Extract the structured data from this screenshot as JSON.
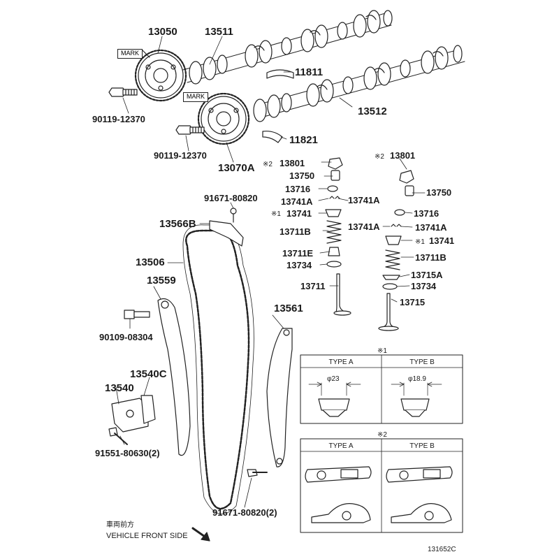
{
  "labels": {
    "p13050": "13050",
    "p13511": "13511",
    "p11811": "11811",
    "p13512": "13512",
    "p90119a": "90119-12370",
    "p90119b": "90119-12370",
    "p13070A": "13070A",
    "p11821": "11821",
    "p13801a": "13801",
    "p13801b": "13801",
    "p13750a": "13750",
    "p13750b": "13750",
    "p13716a": "13716",
    "p13716b": "13716",
    "p13741Aa": "13741A",
    "p13741Ab": "13741A",
    "p13741Ac": "13741A",
    "p13741Ad": "13741A",
    "p13741a": "13741",
    "p13741b": "13741",
    "p13711Ba": "13711B",
    "p13711Bb": "13711B",
    "p13711E": "13711E",
    "p13734a": "13734",
    "p13734b": "13734",
    "p13711": "13711",
    "p13715A": "13715A",
    "p13715": "13715",
    "p91671a": "91671-80820",
    "p13566B": "13566B",
    "p13506": "13506",
    "p13559": "13559",
    "p13561": "13561",
    "p90109": "90109-08304",
    "p13540C": "13540C",
    "p13540": "13540",
    "p91551": "91551-80630(2)",
    "p91671b": "91671-80820(2)"
  },
  "marks": {
    "note2_a": "※2",
    "note2_b": "※2",
    "note1_a": "※1",
    "note1_b": "※1",
    "mark_a": "MARK",
    "mark_b": "MARK"
  },
  "box1": {
    "note": "※1",
    "type_a": "TYPE A",
    "type_b": "TYPE B",
    "dim_a": "φ23",
    "dim_b": "φ18.9"
  },
  "box2": {
    "note": "※2",
    "type_a": "TYPE A",
    "type_b": "TYPE B"
  },
  "footer": {
    "front_jp": "車両前方",
    "front_en": "VEHICLE FRONT SIDE",
    "code": "131652C"
  }
}
